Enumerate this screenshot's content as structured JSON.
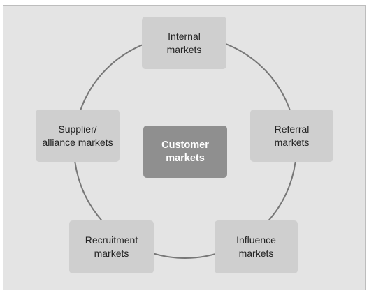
{
  "diagram": {
    "center": {
      "line1": "Customer",
      "line2": "markets"
    },
    "nodes": {
      "internal": {
        "line1": "Internal",
        "line2": "markets"
      },
      "referral": {
        "line1": "Referral",
        "line2": "markets"
      },
      "influence": {
        "line1": "Influence",
        "line2": "markets"
      },
      "recruitment": {
        "line1": "Recruitment",
        "line2": "markets"
      },
      "supplier": {
        "line1": "Supplier/",
        "line2": "alliance markets"
      }
    },
    "colors": {
      "background": "#e4e4e4",
      "node": "#cfcfcf",
      "center": "#8f8f8f",
      "ring": "#777777"
    }
  }
}
